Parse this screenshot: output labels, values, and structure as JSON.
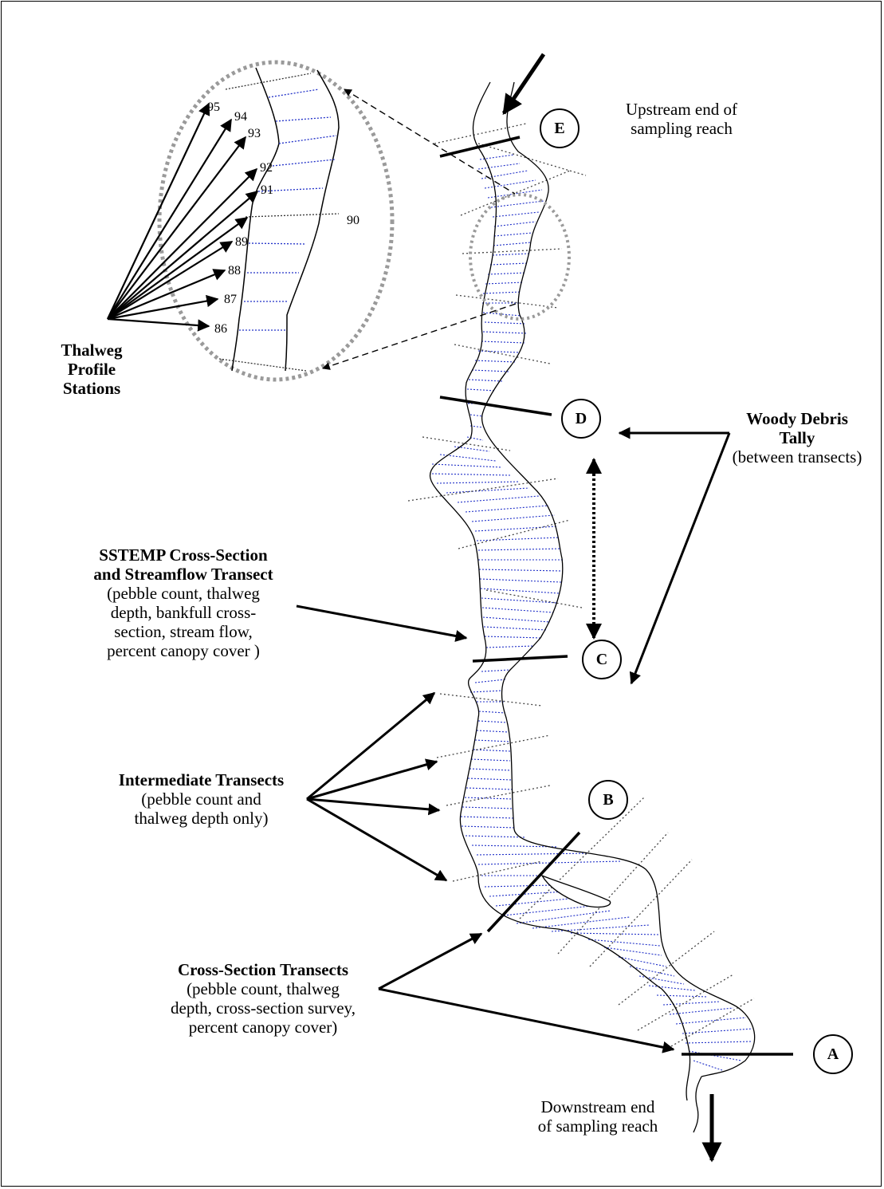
{
  "transects": [
    "A",
    "B",
    "C",
    "D",
    "E"
  ],
  "stations": [
    "95",
    "94",
    "93",
    "92",
    "91",
    "90",
    "89",
    "88",
    "87",
    "86"
  ],
  "labels": {
    "upstream": [
      "Upstream end of",
      "sampling reach"
    ],
    "downstream": [
      "Downstream end",
      "of sampling reach"
    ],
    "thalweg": [
      "Thalweg",
      "Profile",
      "Stations"
    ],
    "woody_title": [
      "Woody Debris",
      "Tally"
    ],
    "woody_sub": "(between transects)",
    "sstemp_title": [
      "SSTEMP Cross-Section",
      "and Streamflow Transect"
    ],
    "sstemp_sub": [
      "(pebble count, thalweg",
      "depth, bankfull cross-",
      "section, stream flow,",
      "percent canopy cover )"
    ],
    "inter_title": "Intermediate Transects",
    "inter_sub": [
      "(pebble count and",
      "thalweg depth only)"
    ],
    "cross_title": "Cross-Section Transects",
    "cross_sub": [
      "(pebble count,  thalweg",
      "depth, cross-section survey,",
      "percent canopy cover)"
    ]
  },
  "colors": {
    "line": "#000000",
    "hatch": "#2030c8",
    "zoom": "#9a9a9a"
  }
}
